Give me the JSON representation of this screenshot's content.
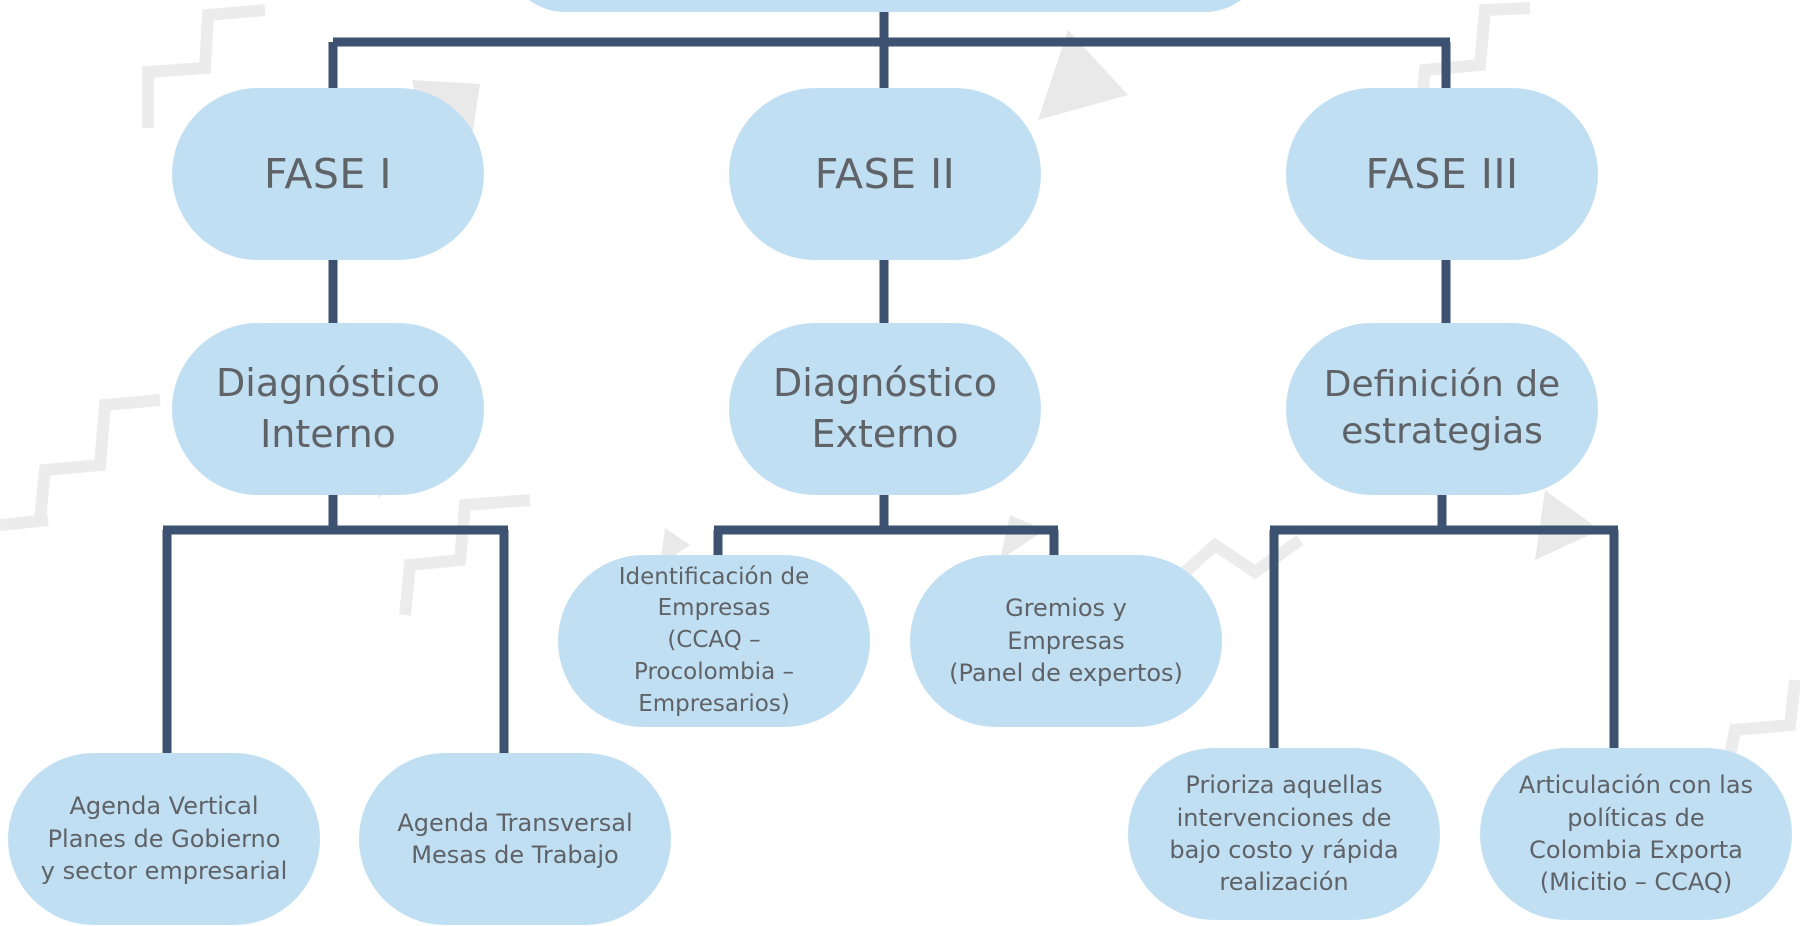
{
  "phases": [
    {
      "label": "FASE I"
    },
    {
      "label": "FASE II"
    },
    {
      "label": "FASE III"
    }
  ],
  "diagnostics": [
    {
      "label": "Diagnóstico\nInterno"
    },
    {
      "label": "Diagnóstico\nExterno"
    },
    {
      "label": "Definición de\nestrategias"
    }
  ],
  "leaves": [
    {
      "label": "Agenda Vertical\nPlanes de Gobierno\ny sector empresarial"
    },
    {
      "label": "Agenda Transversal\nMesas de Trabajo"
    },
    {
      "label": "Identificación de\nEmpresas\n(CCAQ –\nProcolombia –\nEmpresarios)"
    },
    {
      "label": "Gremios y\nEmpresas\n(Panel de expertos)"
    },
    {
      "label": "Prioriza aquellas\nintervenciones de\nbajo costo y rápida\nrealización"
    },
    {
      "label": "Articulación con las\npolíticas de\nColombia Exporta\n(Micitio – CCAQ)"
    }
  ],
  "colors": {
    "node_fill": "#c0dff2",
    "node_text": "#5f6266",
    "connector": "#3d5270",
    "watermark": "#e6e6e6"
  }
}
